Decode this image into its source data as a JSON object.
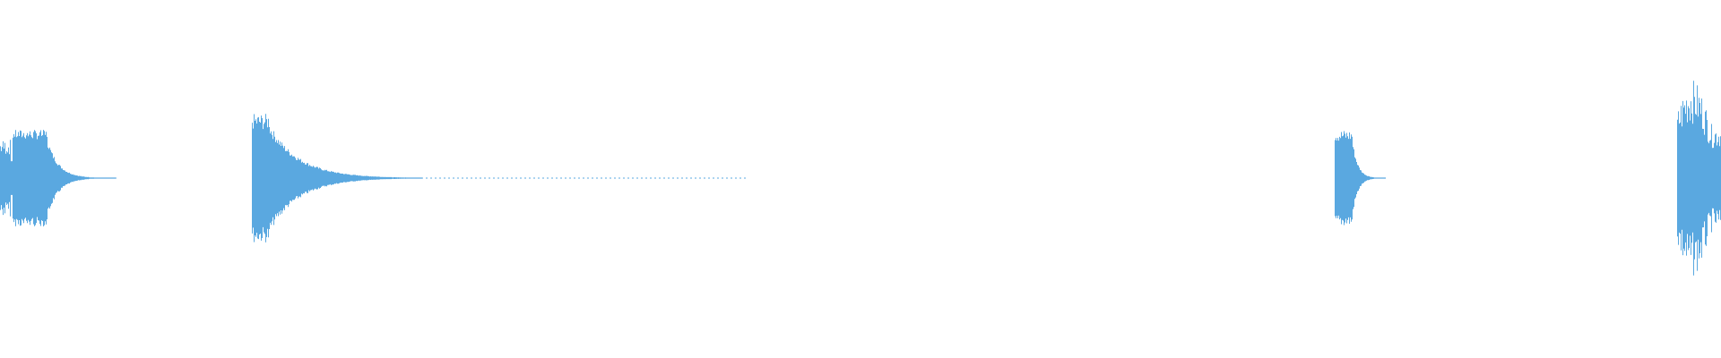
{
  "waveform": {
    "color": "#5aa8e0",
    "background": "#ffffff",
    "segments": [
      {
        "name": "waveform-segment-1",
        "kind": "burst-decay",
        "peak_level": 0.27,
        "decay": "fast",
        "tail": "dotted"
      },
      {
        "name": "waveform-segment-2",
        "kind": "burst-decay",
        "peak_level": 0.36,
        "decay": "long",
        "tail": "dotted"
      },
      {
        "name": "waveform-segment-3",
        "kind": "burst-decay",
        "peak_level": 0.27,
        "decay": "fast",
        "tail": "none"
      },
      {
        "name": "waveform-segment-4",
        "kind": "dense-burst",
        "peak_level": 0.55,
        "decay": "none",
        "tail": "none"
      }
    ]
  }
}
